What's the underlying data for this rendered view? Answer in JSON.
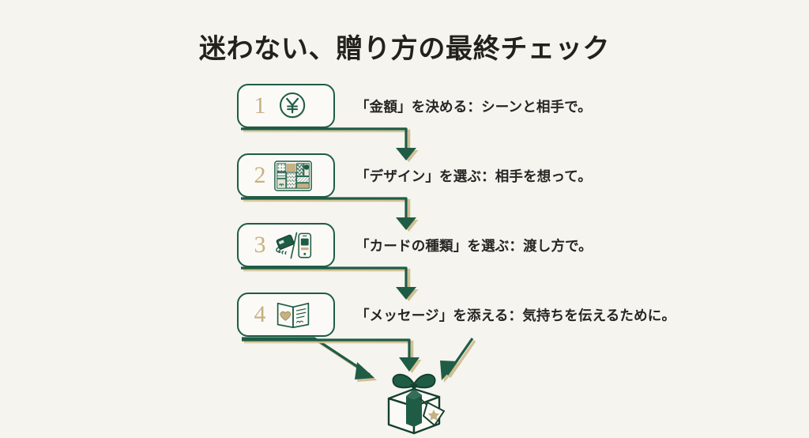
{
  "page": {
    "background_color": "#f5f4ef",
    "title": "迷わない、贈り方の最終チェック"
  },
  "theme": {
    "green": "#1f5c45",
    "green_dark": "#14402f",
    "gold": "#c6b182",
    "gold_light": "#d8c79b",
    "text": "#262523",
    "title_color": "#23211c",
    "pill_fill": "#fbfaf6"
  },
  "steps": [
    {
      "number": "1",
      "icon": "yen-coin-icon",
      "label": "「金額」を決める：シーンと相手で。"
    },
    {
      "number": "2",
      "icon": "design-pattern-grid-icon",
      "label": "「デザイン」を選ぶ：相手を想って。"
    },
    {
      "number": "3",
      "icon": "hand-card-smartphone-icon",
      "label": "「カードの種類」を選ぶ：渡し方で。"
    },
    {
      "number": "4",
      "icon": "open-card-heart-icon",
      "label": "「メッセージ」を添える：気持ちを伝えるために。"
    }
  ],
  "result": {
    "icon": "gift-box-icon",
    "label": ""
  },
  "connectors": {
    "between_steps_count": 3,
    "converging_arrows_count": 3,
    "style": "elbow-arrow-down"
  }
}
